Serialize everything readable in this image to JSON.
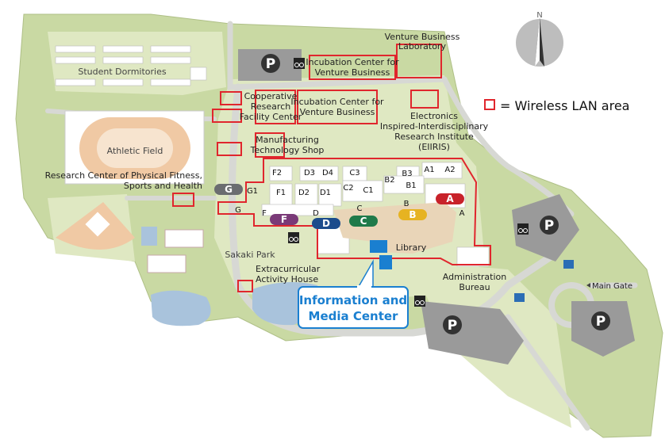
{
  "map": {
    "north": "N",
    "legend": "= Wireless LAN area",
    "labels": {
      "student_dormitories": "Student Dormitories",
      "athletic_field": "Athletic Field",
      "research_fitness_1": "Research Center of Physical Fitness,",
      "research_fitness_2": "Sports and Health",
      "sakaki_park": "Sakaki Park",
      "extracurricular_1": "Extracurricular",
      "extracurricular_2": "Activity House",
      "venture_1": "Venture Business",
      "venture_2": "Laboratory",
      "incubation_top_1": "Incubation Center for",
      "incubation_top_2": "Venture Business",
      "cooperative_1": "Cooperative",
      "cooperative_2": "Research",
      "cooperative_3": "Facility Center",
      "incubation_mid_1": "Incubation Center for",
      "incubation_mid_2": "Venture Business",
      "eiiris_1": "Electronics",
      "eiiris_2": "Inspired-Interdisciplinary",
      "eiiris_3": "Research Institute",
      "eiiris_4": "(EIIRIS)",
      "manufacturing_1": "Manufacturing",
      "manufacturing_2": "Technology Shop",
      "library": "Library",
      "admin_1": "Administration",
      "admin_2": "Bureau",
      "main_gate": "Main Gate",
      "info_1": "Information and",
      "info_2": "Media Center"
    },
    "buildings": {
      "F2": "F2",
      "D3": "D3",
      "D4": "D4",
      "C3": "C3",
      "B3": "B3",
      "A1": "A1",
      "A2": "A2",
      "G1": "G1",
      "F1": "F1",
      "D2": "D2",
      "D1": "D1",
      "C2": "C2",
      "C1": "C1",
      "B2": "B2",
      "B1": "B1",
      "G": "G",
      "F": "F",
      "D": "D",
      "C": "C",
      "B": "B",
      "A": "A"
    },
    "zones": {
      "G": {
        "label": "G",
        "color": "#6b6d70"
      },
      "F": {
        "label": "F",
        "color": "#7a3a78"
      },
      "D": {
        "label": "D",
        "color": "#1c4c8c"
      },
      "C": {
        "label": "C",
        "color": "#1f7a4a"
      },
      "B": {
        "label": "B",
        "color": "#e6b322"
      },
      "A": {
        "label": "A",
        "color": "#c8222a"
      }
    },
    "parking": "P",
    "colors": {
      "wlan": "#e0262d",
      "grass": "#c9d9a3",
      "grass_light": "#dfe8c2",
      "road": "#d7d8d4",
      "building": "#ffffff",
      "water": "#a9c3dc",
      "track": "#f0c9a4",
      "info": "#1a7fd0"
    }
  }
}
